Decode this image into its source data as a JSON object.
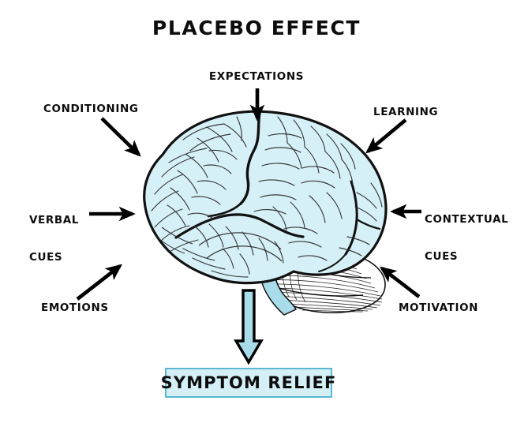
{
  "diagram": {
    "title": "PLACEBO EFFECT",
    "central_figure": "human-brain-lateral-view",
    "outcome": {
      "label": "SYMPTOM RELIEF",
      "box_fill": "#d5eff7",
      "box_border": "#5bb8d4"
    },
    "big_arrow": {
      "name": "outcome-arrow",
      "direction": "down",
      "fill": "#a8dcea",
      "stroke": "#000000"
    },
    "colors": {
      "brain_fill": "#d6f0f7",
      "brain_outline": "#111111",
      "brainstem_fill": "#a8dcea",
      "cerebellum_fill": "#ffffff",
      "accent_blue": "#5bb8d4",
      "text": "#0d0d0d",
      "background": "#ffffff"
    },
    "inputs": [
      {
        "id": "expectations",
        "label": "EXPECTATIONS",
        "lines": [
          "EXPECTATIONS"
        ],
        "position": "top-center",
        "arrow_direction": "down"
      },
      {
        "id": "conditioning",
        "label": "CONDITIONING",
        "lines": [
          "CONDITIONING"
        ],
        "position": "top-left",
        "arrow_direction": "down-right"
      },
      {
        "id": "learning",
        "label": "LEARNING",
        "lines": [
          "LEARNING"
        ],
        "position": "top-right",
        "arrow_direction": "down-left"
      },
      {
        "id": "verbal-cues",
        "label": "VERBAL CUES",
        "lines": [
          "VERBAL",
          "CUES"
        ],
        "position": "middle-left",
        "arrow_direction": "right"
      },
      {
        "id": "contextual-cues",
        "label": "CONTEXTUAL CUES",
        "lines": [
          "CONTEXTUAL",
          "CUES"
        ],
        "position": "middle-right",
        "arrow_direction": "left"
      },
      {
        "id": "emotions",
        "label": "EMOTIONS",
        "lines": [
          "EMOTIONS"
        ],
        "position": "bottom-left",
        "arrow_direction": "up-right"
      },
      {
        "id": "motivation",
        "label": "MOTIVATION",
        "lines": [
          "MOTIVATION"
        ],
        "position": "bottom-right",
        "arrow_direction": "up-left"
      }
    ],
    "labels": {
      "title": "PLACEBO EFFECT",
      "expectations": "EXPECTATIONS",
      "conditioning": "CONDITIONING",
      "learning": "LEARNING",
      "verbal_cues_line1": "VERBAL",
      "verbal_cues_line2": "CUES",
      "contextual_cues_line1": "CONTEXTUAL",
      "contextual_cues_line2": "CUES",
      "emotions": "EMOTIONS",
      "motivation": "MOTIVATION",
      "symptom_relief": "SYMPTOM RELIEF"
    }
  }
}
